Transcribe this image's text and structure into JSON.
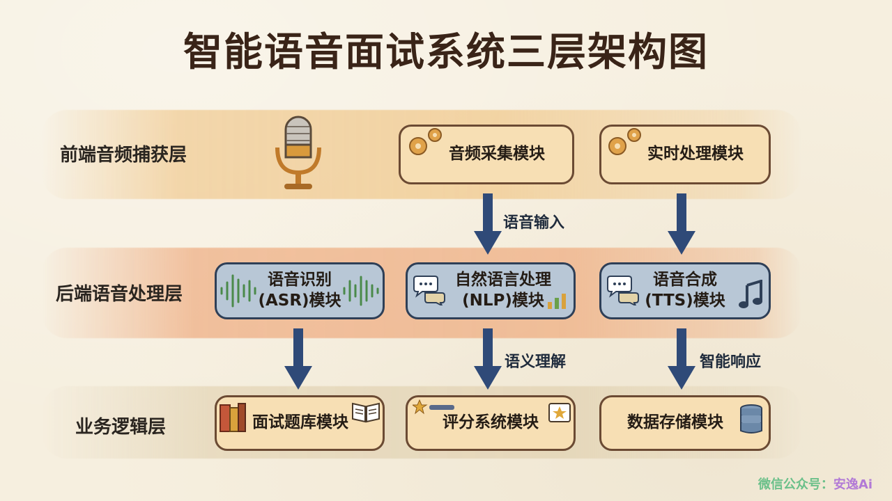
{
  "title": "智能语音面试系统三层架构图",
  "layers": {
    "front": "前端音频捕获层",
    "back": "后端语音处理层",
    "biz": "业务逻辑层"
  },
  "modules": {
    "audio_capture": "音频采集模块",
    "realtime": "实时处理模块",
    "asr_line1": "语音识别",
    "asr_line2": "(ASR)模块",
    "nlp_line1": "自然语言处理",
    "nlp_line2": "(NLP)模块",
    "tts_line1": "语音合成",
    "tts_line2": "(TTS)模块",
    "question_bank": "面试题库模块",
    "scoring": "评分系统模块",
    "storage": "数据存储模块"
  },
  "arrows": {
    "voice_input": "语音输入",
    "semantic": "语义理解",
    "smart_response": "智能响应"
  },
  "watermark": {
    "prefix": "微信公众号：",
    "name": "安逸Ai"
  },
  "colors": {
    "box_border": "#6b4a33",
    "box_fill": "#f7dfb4",
    "blue_fill": "#b8c7d6",
    "arrow": "#2f4a78"
  }
}
